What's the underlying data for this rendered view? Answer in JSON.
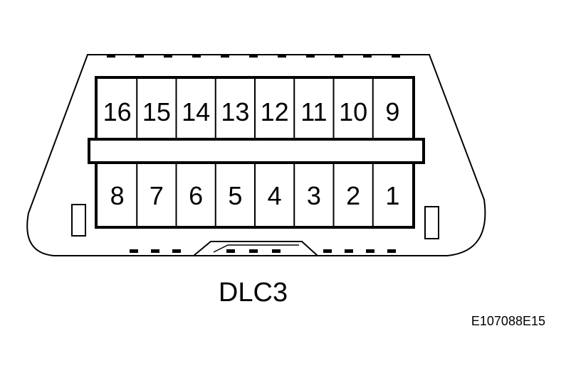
{
  "connector": {
    "name": "DLC3",
    "upper_row_pins": [
      "16",
      "15",
      "14",
      "13",
      "12",
      "11",
      "10",
      "9"
    ],
    "lower_row_pins": [
      "8",
      "7",
      "6",
      "5",
      "4",
      "3",
      "2",
      "1"
    ]
  },
  "figure_id": "E107088E15"
}
